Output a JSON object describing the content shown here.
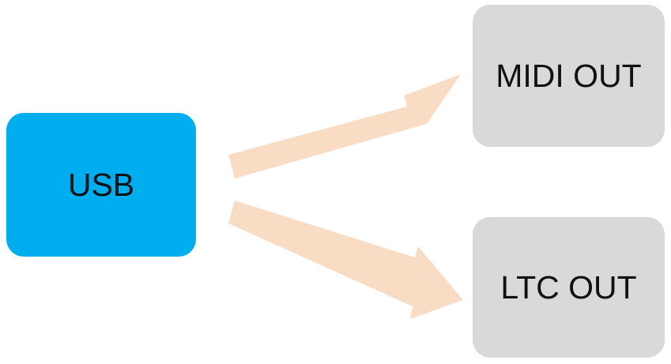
{
  "diagram": {
    "source": {
      "label": "USB",
      "color": "#00AEEF"
    },
    "targets": [
      {
        "label": "MIDI OUT",
        "color": "#D9D9D9"
      },
      {
        "label": "LTC OUT",
        "color": "#D9D9D9"
      }
    ],
    "arrow_color": "#F8DCC3"
  }
}
